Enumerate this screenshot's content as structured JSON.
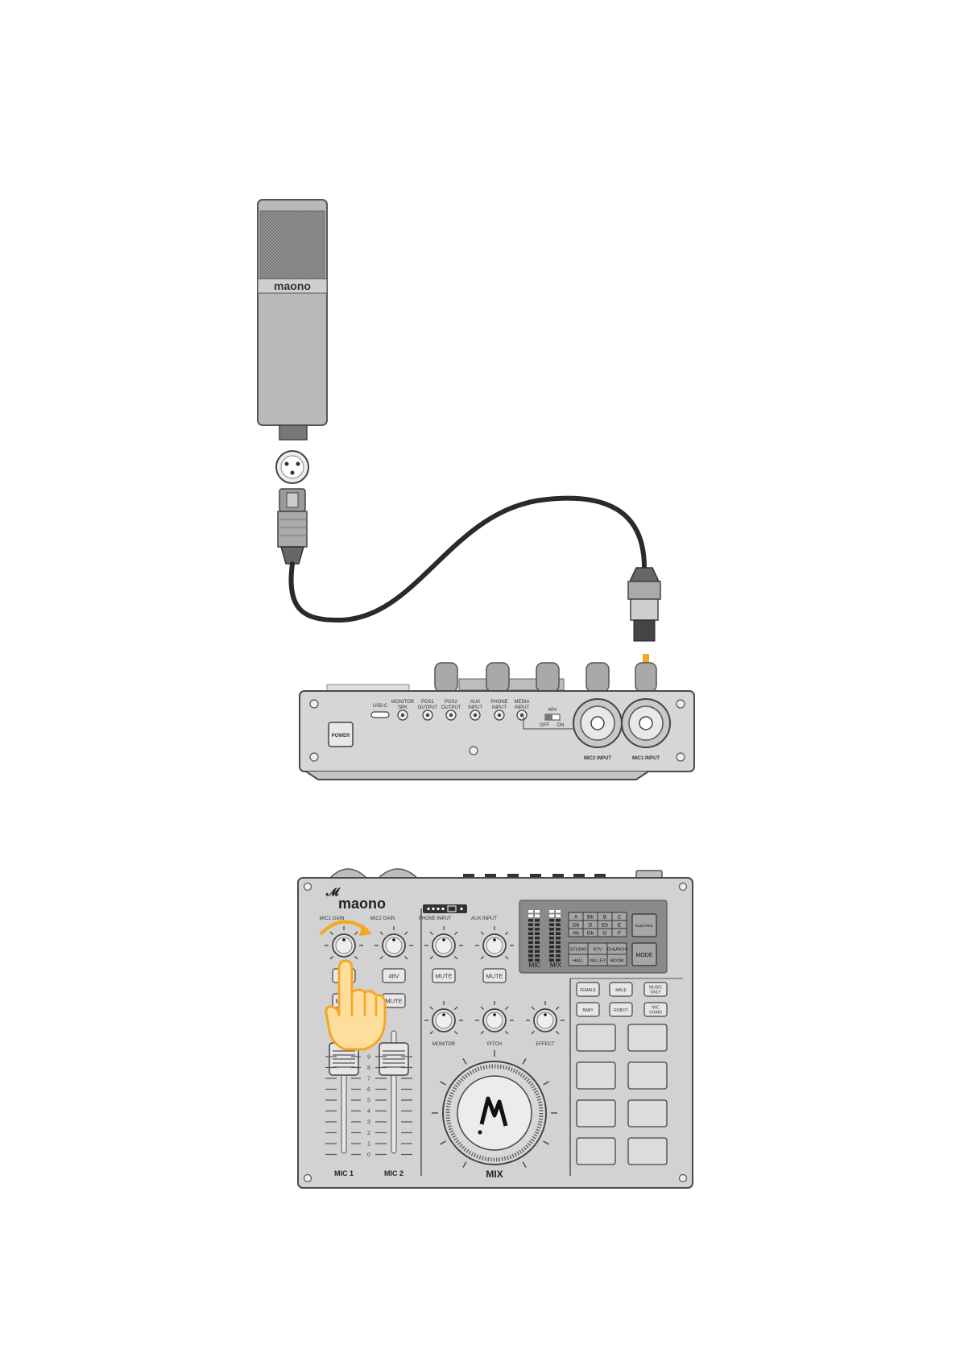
{
  "microphone": {
    "brand": "maono"
  },
  "rear_panel": {
    "power_label": "POWER",
    "usb_label": "USB-C",
    "port_labels": [
      "MONITOR SPK",
      "PGS1 OUTPUT",
      "PGS2 OUTPUT",
      "AUX INPUT",
      "PHONE INPUT",
      "MEDIA INPUT"
    ],
    "switch_label": "48V",
    "switch_off": "OFF",
    "switch_on": "ON",
    "mic2_input_label": "MIC2 INPUT",
    "mic1_input_label": "MIC1 INPUT"
  },
  "top_panel": {
    "brand": "maono",
    "mic1_gain": "MIC1 GAIN",
    "mic2_gain": "MIC2 GAIN",
    "phone_input": "PHONE INPUT",
    "aux_input": "AUX INPUT",
    "btn_48v": "48V",
    "btn_mute": "MUTE",
    "knob_monitor": "MONITOR",
    "knob_pitch": "PITCH",
    "knob_effect": "EFFECT",
    "meter_mic": "MIC",
    "meter_mix": "MIX",
    "eq_cells": [
      "A",
      "Bb",
      "B",
      "C",
      "Db",
      "D",
      "Eb",
      "E",
      "Ab",
      "Gb",
      "G",
      "F"
    ],
    "reverb_cells": [
      "STUDIO",
      "KTV",
      "CHURCH",
      "HALL",
      "VALLEY",
      "ROOM"
    ],
    "electric_btn": "ELECTRIC",
    "mode_btn": "MODE",
    "voice_btns": [
      "FEMALE",
      "MALE",
      "MUSIC ONLY",
      "BABY",
      "ROBOT",
      "MIC CHAIN"
    ],
    "fader_scale": [
      "9",
      "8",
      "7",
      "6",
      "5",
      "4",
      "3",
      "2",
      "1",
      "0"
    ],
    "mic1_label": "MIC 1",
    "mic2_label": "MIC 2",
    "mix_label": "MIX"
  },
  "colors": {
    "accent": "#F5A623",
    "body": "#D2D2D2",
    "panel_dark": "#8A8A8A",
    "outline": "#4A4A4A"
  }
}
